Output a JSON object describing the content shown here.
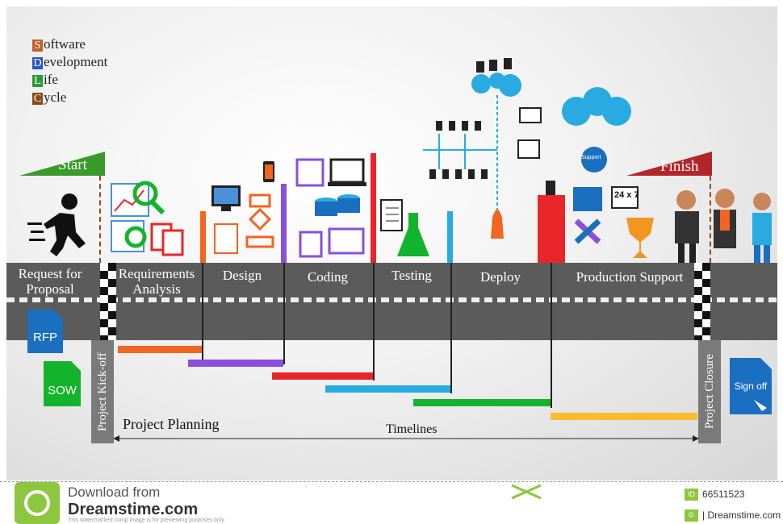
{
  "acronym": [
    {
      "letter": "S",
      "rest": "oftware",
      "color": "#c0602a"
    },
    {
      "letter": "D",
      "rest": "evelopment",
      "color": "#2a56c0"
    },
    {
      "letter": "L",
      "rest": "ife",
      "color": "#2a9a3a"
    },
    {
      "letter": "C",
      "rest": "ycle",
      "color": "#8a4a1a"
    }
  ],
  "flags": {
    "start": "Start",
    "finish": "Finish"
  },
  "phases": [
    {
      "line1": "Request for",
      "line2": "Proposal"
    },
    {
      "line1": "Requirements",
      "line2": "Analysis"
    },
    {
      "line1": "Design",
      "line2": ""
    },
    {
      "line1": "Coding",
      "line2": ""
    },
    {
      "line1": "Testing",
      "line2": ""
    },
    {
      "line1": "Deploy",
      "line2": ""
    },
    {
      "line1": "Production Support",
      "line2": ""
    }
  ],
  "documents": {
    "rfp": "RFP",
    "sow": "SOW",
    "signoff": "Sign off"
  },
  "labels": {
    "kickoff": "Project Kick-off",
    "closure": "Project Closure",
    "planning": "Project Planning",
    "timelines": "Timelines",
    "support_icon": "Support",
    "hours": "24 x 7"
  },
  "colors": {
    "orange": "#f26522",
    "purple": "#8a4fdc",
    "red": "#e8262a",
    "blue": "#29abe2",
    "green": "#14b32c",
    "yellow": "#fdba2c",
    "flag_green": "#3a9a2a",
    "flag_red": "#b4252a"
  },
  "footer": {
    "download": "Download from",
    "brand": "Dreamstime.com",
    "note": "This watermarked comp image is for previewing purposes only.",
    "id": "66511523",
    "credit": "| Dreamstime.com"
  }
}
